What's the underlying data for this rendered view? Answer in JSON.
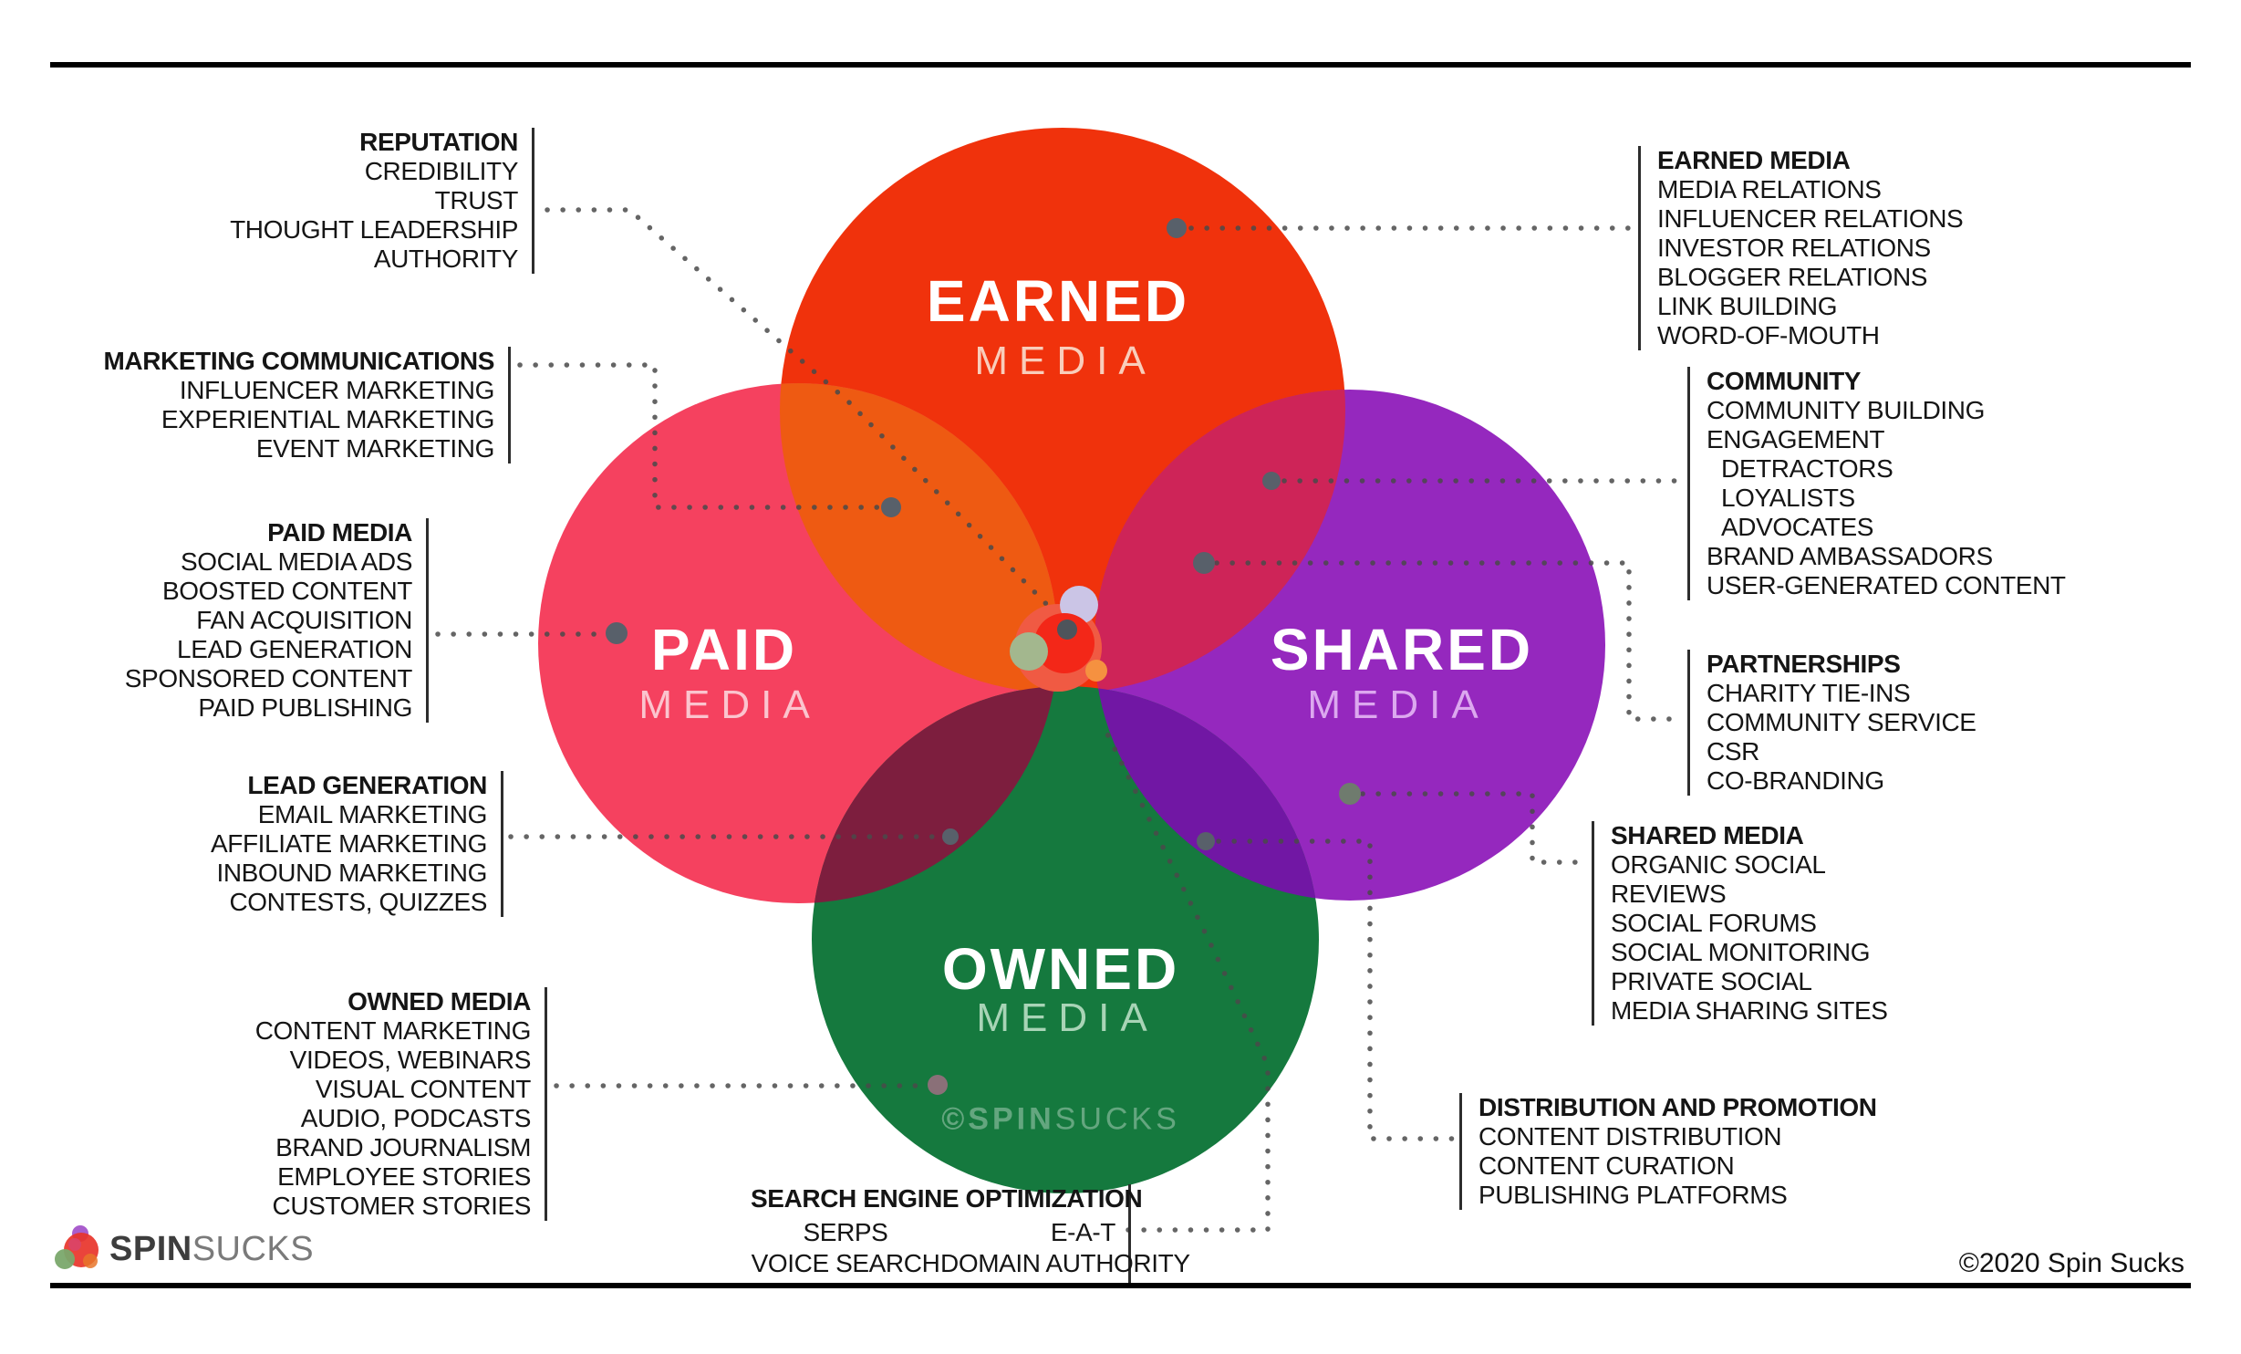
{
  "page": {
    "background": "#ffffff",
    "rule_color": "#000000"
  },
  "brand": {
    "logo_bold": "SPIN",
    "logo_light": "SUCKS",
    "copyright": "©2020 Spin Sucks",
    "watermark_bold": "©SPIN",
    "watermark_light": "SUCKS"
  },
  "circles": {
    "earned": {
      "label": "EARNED",
      "sublabel": "MEDIA",
      "color": "#F0320C",
      "sublabel_color": "#F9CDBB"
    },
    "paid": {
      "label": "PAID",
      "sublabel": "MEDIA",
      "color": "#F5415F",
      "sublabel_color": "#FBC4CE"
    },
    "shared": {
      "label": "SHARED",
      "sublabel": "MEDIA",
      "color": "#9528BE",
      "sublabel_color": "#DCA8EF"
    },
    "owned": {
      "label": "OWNED",
      "sublabel": "MEDIA",
      "color": "#15793E",
      "sublabel_color": "#A8D4B6"
    },
    "overlap_earned_paid": "#EE5A12",
    "overlap_earned_shared": "#CE2458",
    "overlap_owned_shared": "#7117A4",
    "overlap_owned_paid": "#7D1E3E",
    "connector_color": "#4a4a4a"
  },
  "annotations": {
    "reputation": {
      "title": "REPUTATION",
      "items": [
        "CREDIBILITY",
        "TRUST",
        "THOUGHT LEADERSHIP",
        "AUTHORITY"
      ]
    },
    "marketing_communications": {
      "title": "MARKETING COMMUNICATIONS",
      "items": [
        "INFLUENCER MARKETING",
        "EXPERIENTIAL MARKETING",
        "EVENT MARKETING"
      ]
    },
    "paid_media": {
      "title": "PAID MEDIA",
      "items": [
        "SOCIAL MEDIA ADS",
        "BOOSTED CONTENT",
        "FAN ACQUISITION",
        "LEAD GENERATION",
        "SPONSORED CONTENT",
        "PAID PUBLISHING"
      ]
    },
    "lead_generation": {
      "title": "LEAD GENERATION",
      "items": [
        "EMAIL MARKETING",
        "AFFILIATE MARKETING",
        "INBOUND MARKETING",
        "CONTESTS, QUIZZES"
      ]
    },
    "owned_media": {
      "title": "OWNED MEDIA",
      "items": [
        "CONTENT MARKETING",
        "VIDEOS, WEBINARS",
        "VISUAL CONTENT",
        "AUDIO, PODCASTS",
        "BRAND JOURNALISM",
        "EMPLOYEE STORIES",
        "CUSTOMER STORIES"
      ]
    },
    "earned_media": {
      "title": "EARNED MEDIA",
      "items": [
        "MEDIA RELATIONS",
        "INFLUENCER RELATIONS",
        "INVESTOR RELATIONS",
        "BLOGGER RELATIONS",
        "LINK BUILDING",
        "WORD-OF-MOUTH"
      ]
    },
    "community": {
      "title": "COMMUNITY",
      "items": [
        "COMMUNITY BUILDING",
        "ENGAGEMENT",
        "DETRACTORS",
        "LOYALISTS",
        "ADVOCATES",
        "BRAND AMBASSADORS",
        "USER-GENERATED CONTENT"
      ],
      "indent": [
        2,
        3,
        4
      ]
    },
    "partnerships": {
      "title": "PARTNERSHIPS",
      "items": [
        "CHARITY TIE-INS",
        "COMMUNITY SERVICE",
        "CSR",
        "CO-BRANDING"
      ]
    },
    "shared_media": {
      "title": "SHARED MEDIA",
      "items": [
        "ORGANIC SOCIAL",
        "REVIEWS",
        "SOCIAL FORUMS",
        "SOCIAL MONITORING",
        "PRIVATE SOCIAL",
        "MEDIA SHARING SITES"
      ]
    },
    "distribution": {
      "title": "DISTRIBUTION AND PROMOTION",
      "items": [
        "CONTENT DISTRIBUTION",
        "CONTENT CURATION",
        "PUBLISHING PLATFORMS"
      ]
    },
    "seo": {
      "title": "SEARCH ENGINE OPTIMIZATION",
      "col1": [
        "SERPS",
        "VOICE SEARCH"
      ],
      "col2": [
        "E-A-T",
        "DOMAIN AUTHORITY"
      ]
    }
  }
}
